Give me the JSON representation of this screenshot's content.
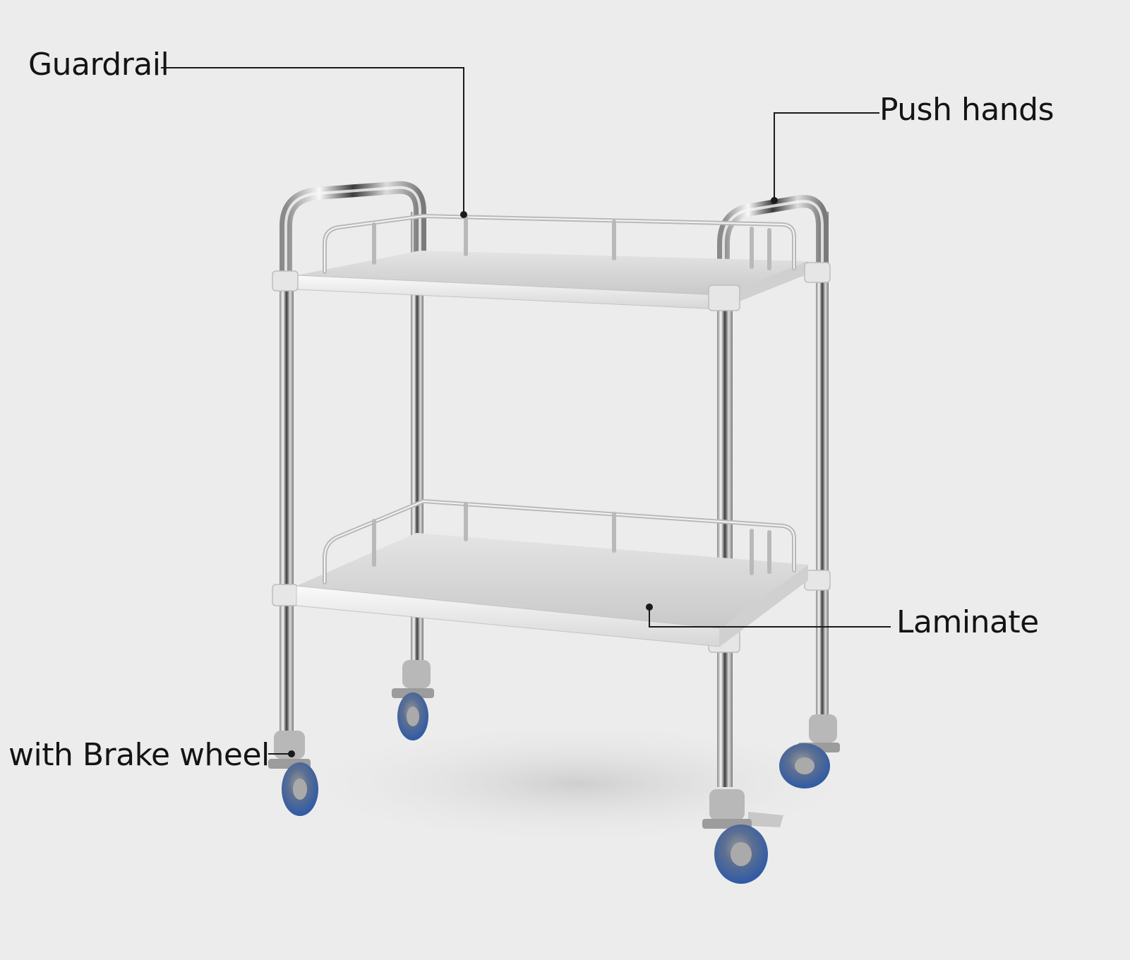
{
  "labels": {
    "guardrail": "Guardrail",
    "push_hands": "Push hands",
    "laminate": "Laminate",
    "brake_wheel": "with Brake wheel"
  },
  "colors": {
    "background": "#ececec",
    "steel_light": "#f4f4f4",
    "steel_dark": "#6a6a6a",
    "wheel_blue": "#3f6db5",
    "leader_line": "#1a1a1a"
  }
}
